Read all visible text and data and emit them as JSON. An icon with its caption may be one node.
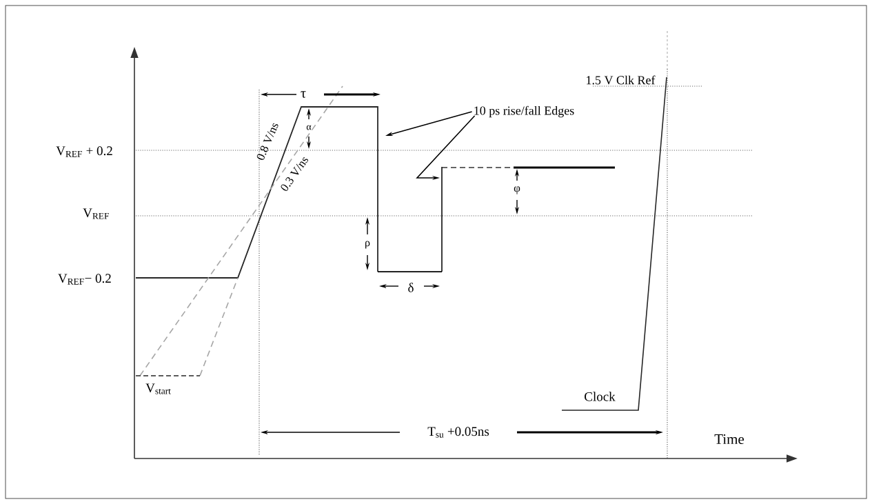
{
  "diagram": {
    "nodes": [
      {
        "text": [
          "10 ps rise/fall Edges"
        ]
      },
      {
        "text": [],
        "shape": "line"
      },
      {
        "text": [],
        "shape": "line"
      }
    ],
    "edges": [
      {
        "from": 0,
        "to": 1,
        "arrow": "to"
      },
      {
        "from": 0,
        "to": 2,
        "arrow": "to"
      },
      {
        "from": 1,
        "to": 2,
        "arrow": "none"
      }
    ],
    "labels": [
      "1.5 V Clk Ref",
      "τ",
      "α",
      "V$_{REF}$ + 0.2",
      "0.8 V/ns",
      "0.3 V/ns",
      "φ",
      "V$_{REF}$",
      "ρ",
      "V$_{REF}$− 0.2",
      "δ",
      "V$_{start}$",
      "Clock",
      "T$_{su}$ +0.05ns",
      "Time"
    ]
  }
}
